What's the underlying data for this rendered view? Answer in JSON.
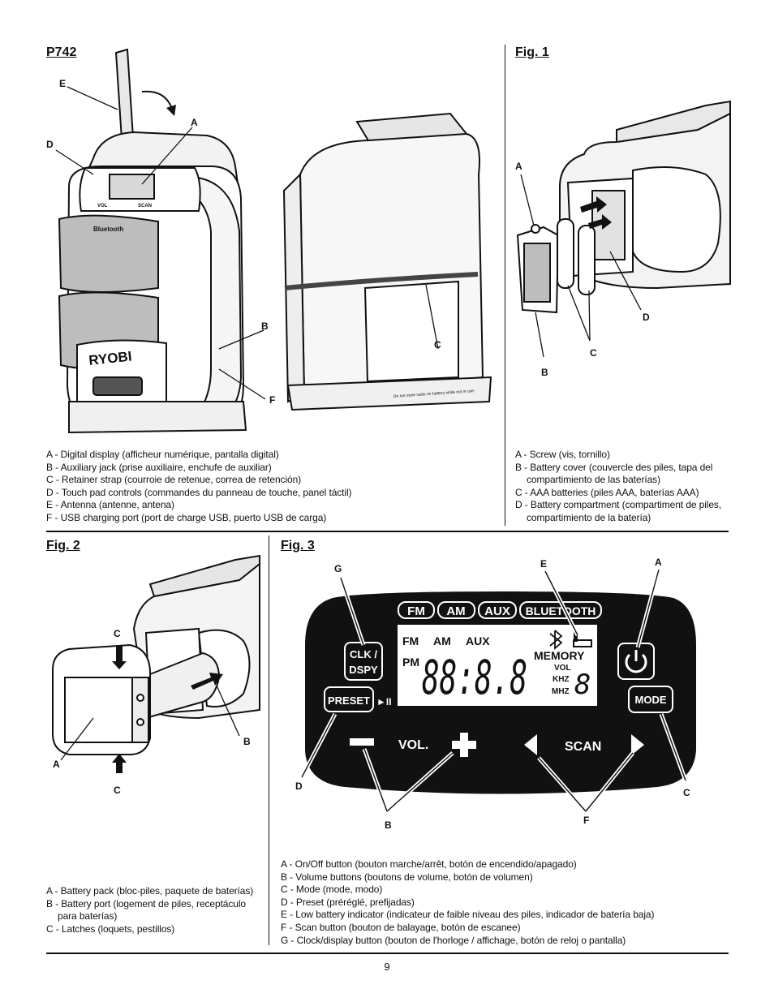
{
  "p742": {
    "title": "P742",
    "device_text": {
      "brand": "RYOBI",
      "bluetooth": "Bluetooth",
      "vol": "VOL",
      "scan": "SCAN"
    },
    "back_text": "Do not store radio on battery while not in use.",
    "callouts": {
      "a": "A",
      "b": "B",
      "c": "C",
      "d": "D",
      "e": "E",
      "f": "F"
    },
    "legend": [
      "A - Digital display (afficheur numérique, pantalla digital)",
      "B - Auxiliary jack (prise auxiliaire, enchufe de auxiliar)",
      "C - Retainer strap (courroie de retenue, correa de retención)",
      "D - Touch pad controls (commandes du panneau de touche, panel táctil)",
      "E - Antenna (antenne, antena)",
      "F - USB charging port (port de charge USB, puerto USB de carga)"
    ]
  },
  "fig1": {
    "title": "Fig. 1",
    "callouts": {
      "a": "A",
      "b": "B",
      "c": "C",
      "d": "D"
    },
    "legend": [
      "A - Screw (vis, tornillo)",
      "B - Battery cover (couvercle des piles, tapa del compartimiento de las baterías)",
      "C - AAA batteries (piles AAA, baterías AAA)",
      "D - Battery compartment (compartiment de piles, compartimiento de la batería)"
    ]
  },
  "fig2": {
    "title": "Fig. 2",
    "callouts": {
      "a": "A",
      "b": "B",
      "c_top": "C",
      "c_bottom": "C"
    },
    "legend": [
      "A - Battery pack (bloc-piles, paquete de baterías)",
      "B - Battery port (logement de piles, receptáculo para baterías)",
      "C - Latches (loquets, pestillos)"
    ]
  },
  "fig3": {
    "title": "Fig. 3",
    "panel": {
      "mode_buttons": [
        "FM",
        "AM",
        "AUX",
        "BLUETOOTH"
      ],
      "lcd_band_fm": "FM",
      "lcd_band_am": "AM",
      "lcd_band_aux": "AUX",
      "lcd_pm": "PM",
      "lcd_digits": "88:8.8",
      "lcd_small_digit": "8",
      "lcd_memory": "MEMORY",
      "lcd_vol": "VOL",
      "lcd_khz": "KHZ",
      "lcd_mhz": "MHZ",
      "clk_line1": "CLK /",
      "clk_line2": "DSPY",
      "preset": "PRESET",
      "play_pause": "►II",
      "mode": "MODE",
      "vol": "VOL.",
      "scan": "SCAN"
    },
    "callouts": {
      "a": "A",
      "b": "B",
      "c": "C",
      "d": "D",
      "e": "E",
      "f": "F",
      "g": "G"
    },
    "legend": [
      "A - On/Off button (bouton marche/arrêt, botón de encendido/apagado)",
      "B - Volume buttons (boutons de volume, botón de volumen)",
      "C - Mode (mode, modo)",
      "D - Preset (préréglé, prefijadas)",
      "E - Low battery indicator (indicateur de faible niveau des piles, indicador de batería baja)",
      "F - Scan button (bouton de balayage, botón de escanee)",
      "G - Clock/display button (bouton de l'horloge / affichage, botón de reloj o pantalla)"
    ]
  },
  "page_number": "9"
}
